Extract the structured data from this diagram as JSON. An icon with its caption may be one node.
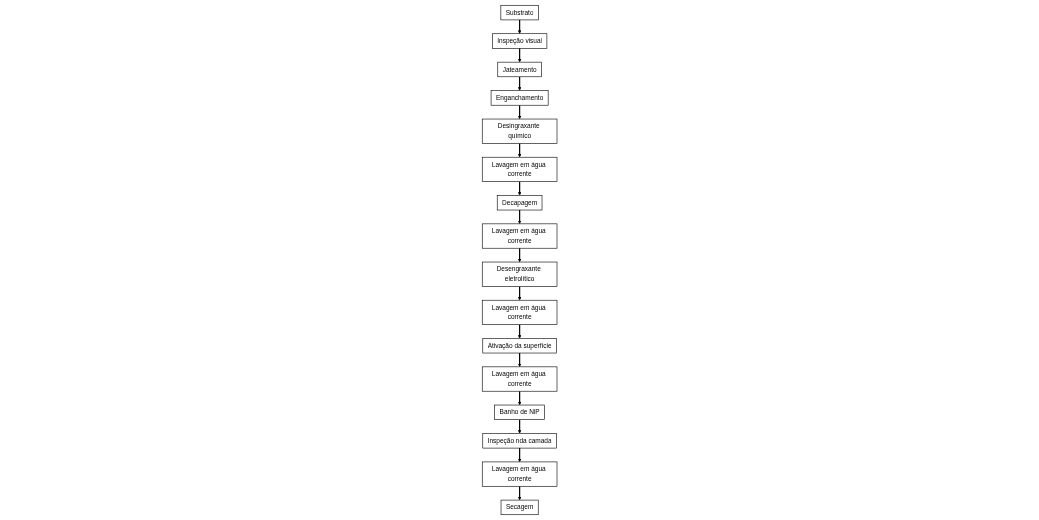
{
  "diagram": {
    "nodes": [
      {
        "text": [
          "Substrato"
        ]
      },
      {
        "text": [
          "Inspeção visual"
        ]
      },
      {
        "text": [
          "Jateamento"
        ]
      },
      {
        "text": [
          "Enganchamento"
        ]
      },
      {
        "text": [
          "Desingraxante químico"
        ]
      },
      {
        "text": [
          "Lavagem em água corrente"
        ]
      },
      {
        "text": [
          "Decapagem"
        ]
      },
      {
        "text": [
          "Lavagem em água corrente"
        ]
      },
      {
        "text": [
          "Desengraxante eletrolítico"
        ]
      },
      {
        "text": [
          "Lavagem em água corrente"
        ]
      },
      {
        "text": [
          "Ativação da superfície"
        ]
      },
      {
        "text": [
          "Lavagem em água corrente"
        ]
      },
      {
        "text": [
          "Banho de NiP"
        ]
      },
      {
        "text": [
          "Inspeção nda camada"
        ]
      },
      {
        "text": [
          "Lavagem em água corrente"
        ]
      },
      {
        "text": [
          "Secagem"
        ]
      }
    ],
    "edges": [
      {
        "from": 0,
        "to": 1,
        "arrow": "to"
      },
      {
        "from": 1,
        "to": 2,
        "arrow": "to"
      },
      {
        "from": 2,
        "to": 3,
        "arrow": "to"
      },
      {
        "from": 3,
        "to": 4,
        "arrow": "to"
      },
      {
        "from": 4,
        "to": 5,
        "arrow": "to"
      },
      {
        "from": 5,
        "to": 6,
        "arrow": "to"
      },
      {
        "from": 6,
        "to": 7,
        "arrow": "to"
      },
      {
        "from": 7,
        "to": 8,
        "arrow": "to"
      },
      {
        "from": 8,
        "to": 9,
        "arrow": "to"
      },
      {
        "from": 9,
        "to": 10,
        "arrow": "to"
      },
      {
        "from": 10,
        "to": 11,
        "arrow": "to"
      },
      {
        "from": 11,
        "to": 12,
        "arrow": "to"
      },
      {
        "from": 12,
        "to": 13,
        "arrow": "to"
      },
      {
        "from": 13,
        "to": 14,
        "arrow": "to"
      },
      {
        "from": 14,
        "to": 15,
        "arrow": "to"
      }
    ]
  }
}
